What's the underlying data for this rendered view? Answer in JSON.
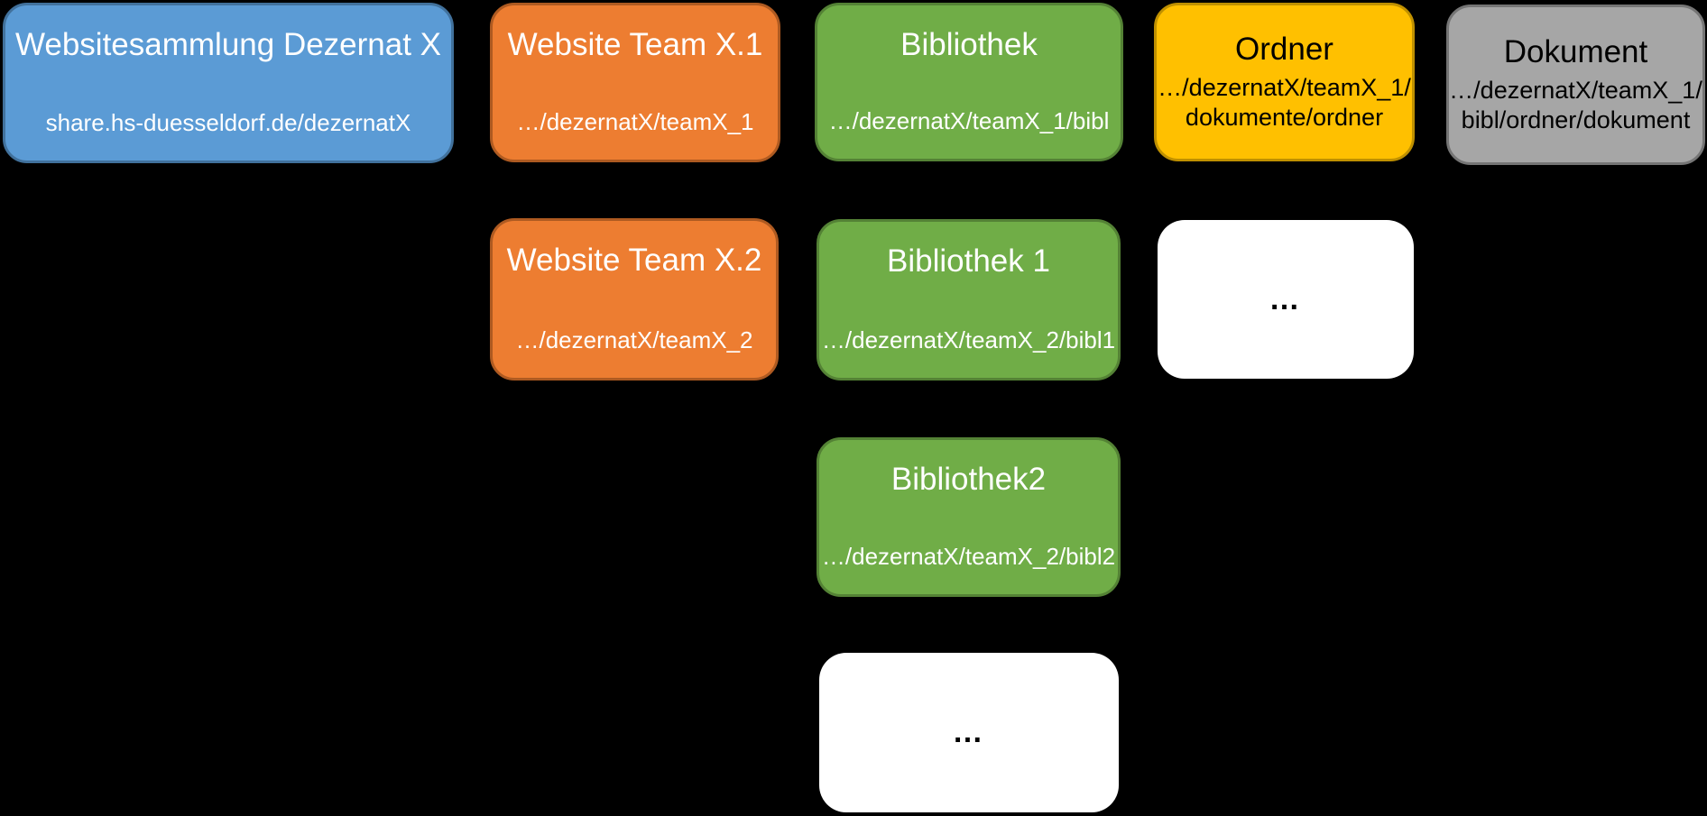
{
  "diagram": {
    "description": "SharePoint Websitesammlung URL hierarchy diagram",
    "background_color": "#000000",
    "colors": {
      "blue": "#5B9BD5",
      "blue_border": "#41719C",
      "orange": "#ED7D31",
      "orange_border": "#AE5A21",
      "green": "#70AD47",
      "green_border": "#548235",
      "yellow": "#FFC000",
      "yellow_border": "#BF9000",
      "gray": "#A6A6A6",
      "gray_border": "#757575",
      "white": "#FFFFFF"
    },
    "boxes": [
      {
        "title": "Websitesammlung Dezernat X",
        "path": "share.hs-duesseldorf.de/dezernatX",
        "fill": "#5B9BD5",
        "border": "#41719C",
        "text": "#FFFFFF"
      },
      {
        "title": "Website Team X.1",
        "path": "…/dezernatX/teamX_1",
        "fill": "#ED7D31",
        "border": "#AE5A21",
        "text": "#FFFFFF"
      },
      {
        "title": "Bibliothek",
        "path": "…/dezernatX/teamX_1/bibl",
        "fill": "#70AD47",
        "border": "#548235",
        "text": "#FFFFFF"
      },
      {
        "title": "Ordner",
        "path": "…/dezernatX/teamX_1/",
        "path2": "dokumente/ordner",
        "fill": "#FFC000",
        "border": "#BF9000",
        "text": "#000000"
      },
      {
        "title": "Dokument",
        "path": "…/dezernatX/teamX_1/",
        "path2": "bibl/ordner/dokument",
        "fill": "#A6A6A6",
        "border": "#757575",
        "text": "#000000"
      },
      {
        "title": "Website Team X.2",
        "path": "…/dezernatX/teamX_2",
        "fill": "#ED7D31",
        "border": "#AE5A21",
        "text": "#FFFFFF"
      },
      {
        "title": "Bibliothek 1",
        "path": "…/dezernatX/teamX_2/bibl1",
        "fill": "#70AD47",
        "border": "#548235",
        "text": "#FFFFFF"
      },
      {
        "ellipsis": "…",
        "fill": "#FFFFFF",
        "text": "#000000"
      },
      {
        "title": "Bibliothek2",
        "path": "…/dezernatX/teamX_2/bibl2",
        "fill": "#70AD47",
        "border": "#548235",
        "text": "#FFFFFF"
      },
      {
        "ellipsis": "…",
        "fill": "#FFFFFF",
        "text": "#000000"
      }
    ]
  }
}
